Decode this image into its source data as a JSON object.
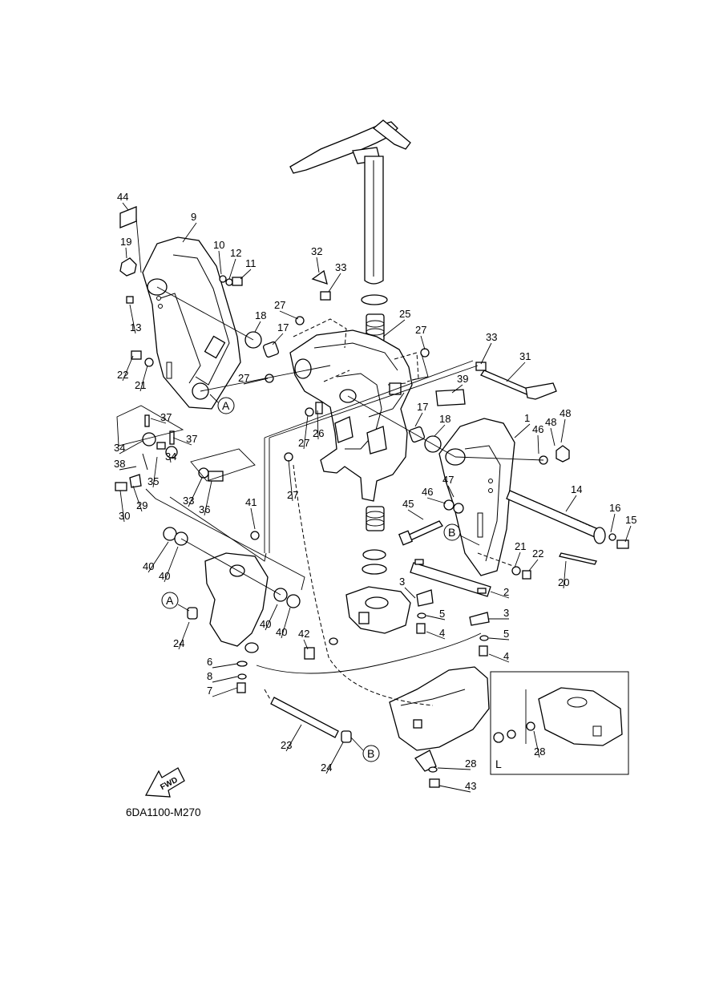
{
  "diagram": {
    "drawing_code": "6DA1100-M270",
    "fwd_label": "FWD",
    "inset_label": "L",
    "reference_markers": [
      "A",
      "B"
    ],
    "part_numbers": [
      "1",
      "2",
      "3",
      "4",
      "5",
      "6",
      "7",
      "8",
      "9",
      "10",
      "11",
      "12",
      "13",
      "14",
      "15",
      "16",
      "17",
      "18",
      "19",
      "20",
      "21",
      "22",
      "23",
      "24",
      "25",
      "26",
      "27",
      "28",
      "29",
      "30",
      "31",
      "32",
      "33",
      "34",
      "35",
      "36",
      "37",
      "38",
      "39",
      "40",
      "41",
      "42",
      "43",
      "44",
      "45",
      "46",
      "47",
      "48"
    ],
    "callouts": [
      "44",
      "9",
      "19",
      "10",
      "12",
      "11",
      "13",
      "18",
      "17",
      "22",
      "21",
      "32",
      "33",
      "27",
      "25",
      "27",
      "27",
      "33",
      "31",
      "39",
      "17",
      "18",
      "1",
      "46",
      "48",
      "48",
      "27",
      "26",
      "37",
      "37",
      "34",
      "34",
      "35",
      "38",
      "29",
      "30",
      "33",
      "36",
      "27",
      "41",
      "45",
      "46",
      "47",
      "14",
      "16",
      "15",
      "21",
      "22",
      "20",
      "3",
      "2",
      "3",
      "5",
      "4",
      "5",
      "4",
      "40",
      "40",
      "40",
      "40",
      "24",
      "42",
      "6",
      "8",
      "7",
      "23",
      "24",
      "28",
      "43",
      "28"
    ]
  }
}
